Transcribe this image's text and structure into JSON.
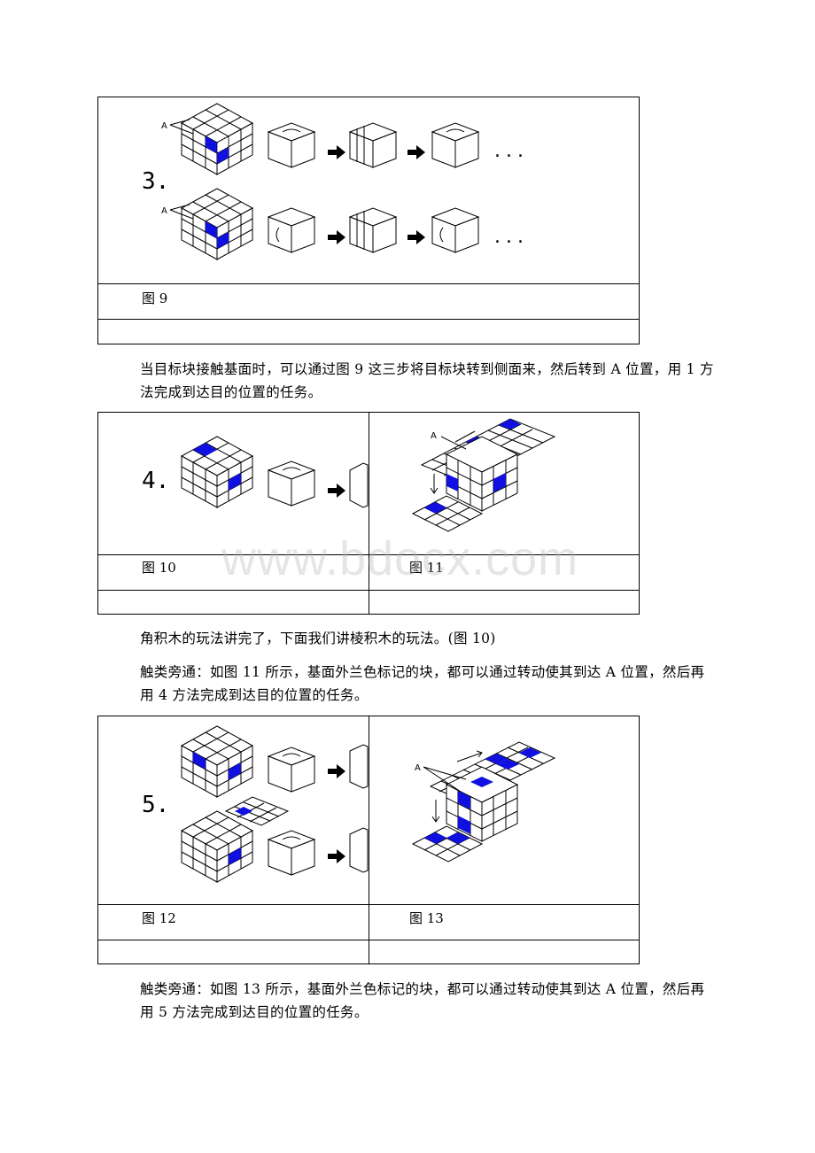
{
  "fig9": {
    "step": "3.",
    "dots": "...",
    "label_a": "A",
    "caption": "图 9"
  },
  "para1": "当目标块接触基面时，可以通过图 9 这三步将目标块转到侧面来，然后转到 A 位置，用 1 方法完成到达目的位置的任务。",
  "fig10": {
    "step": "4.",
    "caption": "图 10"
  },
  "fig11": {
    "label_a": "A",
    "caption": "图 11"
  },
  "para2": "角积木的玩法讲完了，下面我们讲棱积木的玩法。(图 10)",
  "para3": "触类旁通：如图 11 所示，基面外兰色标记的块，都可以通过转动使其到达 A 位置，然后再用 4 方法完成到达目的位置的任务。",
  "fig12": {
    "step": "5.",
    "caption": "图 12"
  },
  "fig13": {
    "label_a": "A",
    "caption": "图 13"
  },
  "para4": "触类旁通：如图 13 所示，基面外兰色标记的块，都可以通过转动使其到达 A 位置，然后再用 5 方法完成到达目的位置的任务。",
  "watermark": "www.bdocx.com",
  "colors": {
    "accent": "#1010e0",
    "line": "#000000"
  }
}
